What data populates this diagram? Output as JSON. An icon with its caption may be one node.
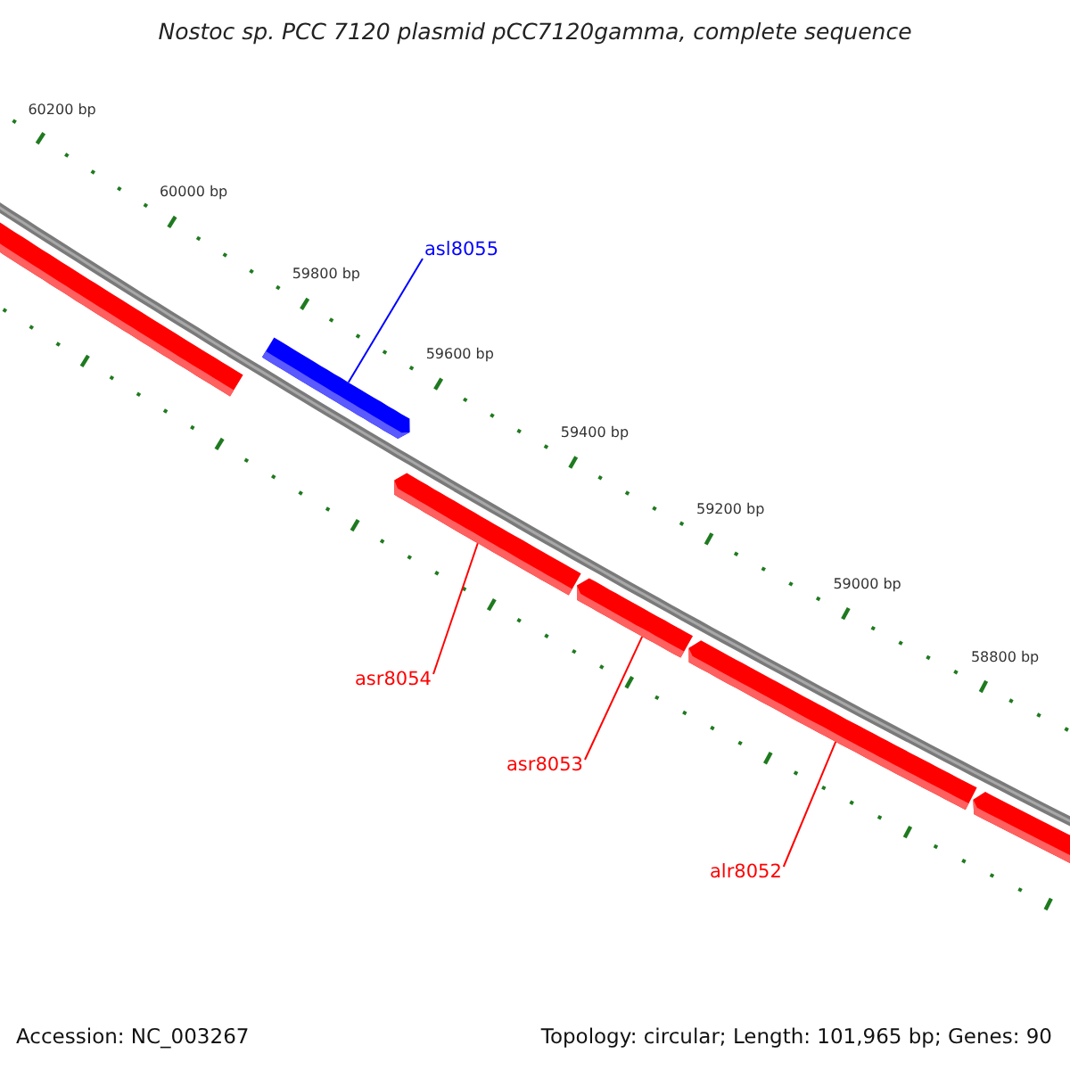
{
  "diagram": {
    "title": "Nostoc sp. PCC 7120 plasmid pCC7120gamma, complete sequence",
    "nodes": [
      {
        "text": [],
        "shape": "bar"
      },
      {
        "text": [
          "asl8055"
        ]
      },
      {
        "text": [],
        "shape": "bar"
      },
      {
        "text": [],
        "shape": "bar"
      },
      {
        "text": [],
        "shape": "bar"
      },
      {
        "text": [],
        "shape": "bar"
      },
      {
        "text": [],
        "shape": "bar"
      },
      {
        "text": [
          "asr8054"
        ]
      },
      {
        "text": [
          "asr8053"
        ]
      },
      {
        "text": [
          "alr8052"
        ]
      }
    ],
    "edges": [
      {
        "from": 1,
        "to": 2,
        "arrow": "none",
        "color": "#0000ff"
      },
      {
        "from": 7,
        "to": 3,
        "arrow": "none"
      },
      {
        "from": 8,
        "to": 4,
        "arrow": "none"
      },
      {
        "from": 9,
        "to": 5,
        "arrow": "none"
      }
    ],
    "labels": [
      "60200 bp",
      "60000 bp",
      "59800 bp",
      "59600 bp",
      "59400 bp",
      "59200 bp",
      "59000 bp",
      "58800 bp",
      "Accession: NC_003267",
      "Topology: circular; Length: 101,965 bp; Genes: 90"
    ]
  }
}
